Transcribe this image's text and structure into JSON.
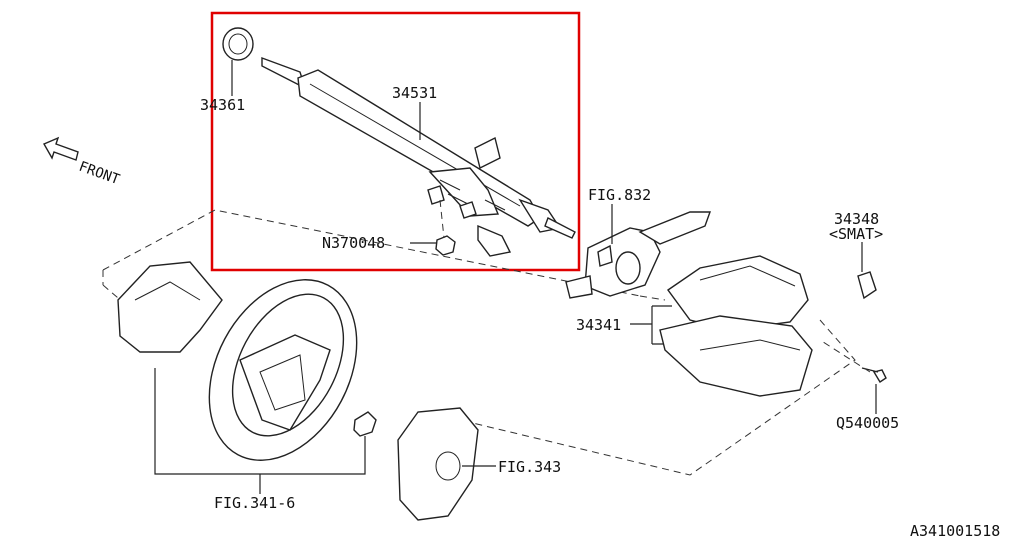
{
  "labels": {
    "p34361": "34361",
    "p34531": "34531",
    "front": "FRONT",
    "fig832": "FIG.832",
    "p34348": "34348",
    "smat": "<SMAT>",
    "n370048": "N370048",
    "p34341": "34341",
    "q540005": "Q540005",
    "fig343": "FIG.343",
    "fig3416": "FIG.341-6",
    "code": "A341001518"
  },
  "colors": {
    "highlight": "#e00000",
    "line": "#222222",
    "background": "#ffffff"
  }
}
